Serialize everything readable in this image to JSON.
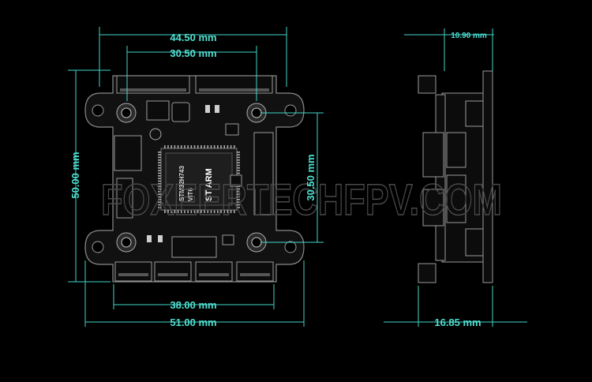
{
  "dimensions": {
    "top_outer": "44.50 mm",
    "top_inner": "30.50 mm",
    "left_height": "50.00 mm",
    "right_inner_height": "30.50 mm",
    "bottom_inner": "38.00 mm",
    "bottom_outer": "51.00 mm",
    "side_thickness": "10.90 mm",
    "side_width": "16.85 mm"
  },
  "chip": {
    "line1": "STM32H743",
    "line2": "VIT6",
    "logo": "ST ARM"
  },
  "watermark": "FOXEERTECHFPV.COM",
  "colors": {
    "dimension": "#3fd6c8",
    "background": "#000000",
    "board_outline": "#8a8a8a"
  }
}
